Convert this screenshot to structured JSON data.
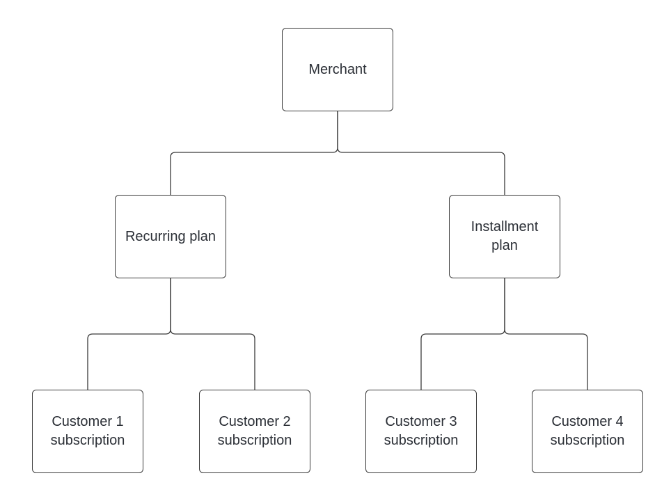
{
  "diagram": {
    "nodes": {
      "merchant": {
        "label": "Merchant"
      },
      "recurring_plan": {
        "label": "Recurring plan"
      },
      "installment_plan": {
        "label": "Installment\nplan"
      },
      "customer_1": {
        "label": "Customer 1\nsubscription"
      },
      "customer_2": {
        "label": "Customer 2\nsubscription"
      },
      "customer_3": {
        "label": "Customer 3\nsubscription"
      },
      "customer_4": {
        "label": "Customer 4\nsubscription"
      }
    },
    "edges": [
      {
        "from": "merchant",
        "to": "recurring_plan"
      },
      {
        "from": "merchant",
        "to": "installment_plan"
      },
      {
        "from": "recurring_plan",
        "to": "customer_1"
      },
      {
        "from": "recurring_plan",
        "to": "customer_2"
      },
      {
        "from": "installment_plan",
        "to": "customer_3"
      },
      {
        "from": "installment_plan",
        "to": "customer_4"
      }
    ],
    "colors": {
      "stroke": "#3a3a3a",
      "text": "#2b2f36",
      "background": "#ffffff"
    }
  }
}
